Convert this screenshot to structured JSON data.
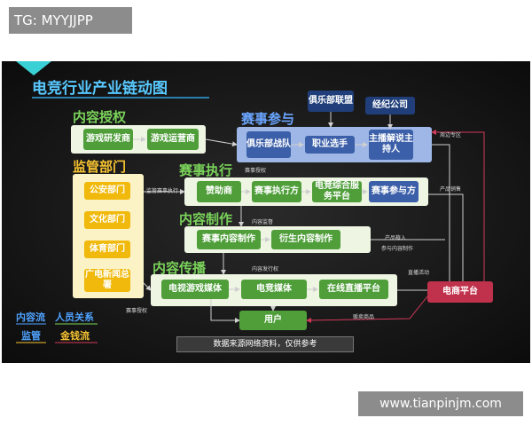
{
  "watermark_tag": "TG: MYYJJPP",
  "footer_url": "www.tianpinjm.com",
  "diagram": {
    "title": "电竞行业产业链动图",
    "sections": {
      "content_license": "内容授权",
      "supervision": "监管部门",
      "event_participation": "赛事参与",
      "event_execution": "赛事执行",
      "content_production": "内容制作",
      "content_distribution": "内容传播"
    },
    "nodes": {
      "game_dev": "游戏研发商",
      "game_ops": "游戏运营商",
      "public_security": "公安部门",
      "culture": "文化部门",
      "sports": "体育部门",
      "broadcast": "广电新闻总署",
      "club_league": "俱乐部联盟",
      "agency": "经纪公司",
      "club_team": "俱乐部战队",
      "pro_player": "职业选手",
      "host": "主播解说主持人",
      "sponsor": "赞助商",
      "executor": "赛事执行方",
      "esports_platform": "电竞综合服务平台",
      "event_participant": "赛事参与方",
      "event_content": "赛事内容制作",
      "derivative_content": "衍生内容制作",
      "tv_game_media": "电视游戏媒体",
      "esports_media": "电竞媒体",
      "live_platform": "在线直播平台",
      "user": "用户",
      "ecommerce": "电商平台"
    },
    "edge_labels": {
      "supervise_execution": "监管赛事执行",
      "event_license": "赛事授权",
      "content_license_edge": "内容监督",
      "broadcast_license": "赛事授权",
      "content_distribution_edge": "内容发行权",
      "sell_goods": "周边专区",
      "product_sales": "产品销售",
      "product_placement": "产品植入",
      "content_participate": "参与内容制作",
      "live_activity": "直播活动",
      "sell_products": "贩卖商品"
    },
    "legend": {
      "content_flow": "内容流",
      "personnel": "人员关系",
      "supervision": "监管",
      "money_flow": "金钱流"
    },
    "source_note": "数据来源网络资料，仅供参考"
  },
  "colors": {
    "panel_bg": "#141414",
    "green_node": "#4f9e3a",
    "yellow_node": "#f0b90b",
    "blue_node": "#203f7a",
    "ecommerce_node": "#c0324c",
    "title": "#58c8ff"
  }
}
